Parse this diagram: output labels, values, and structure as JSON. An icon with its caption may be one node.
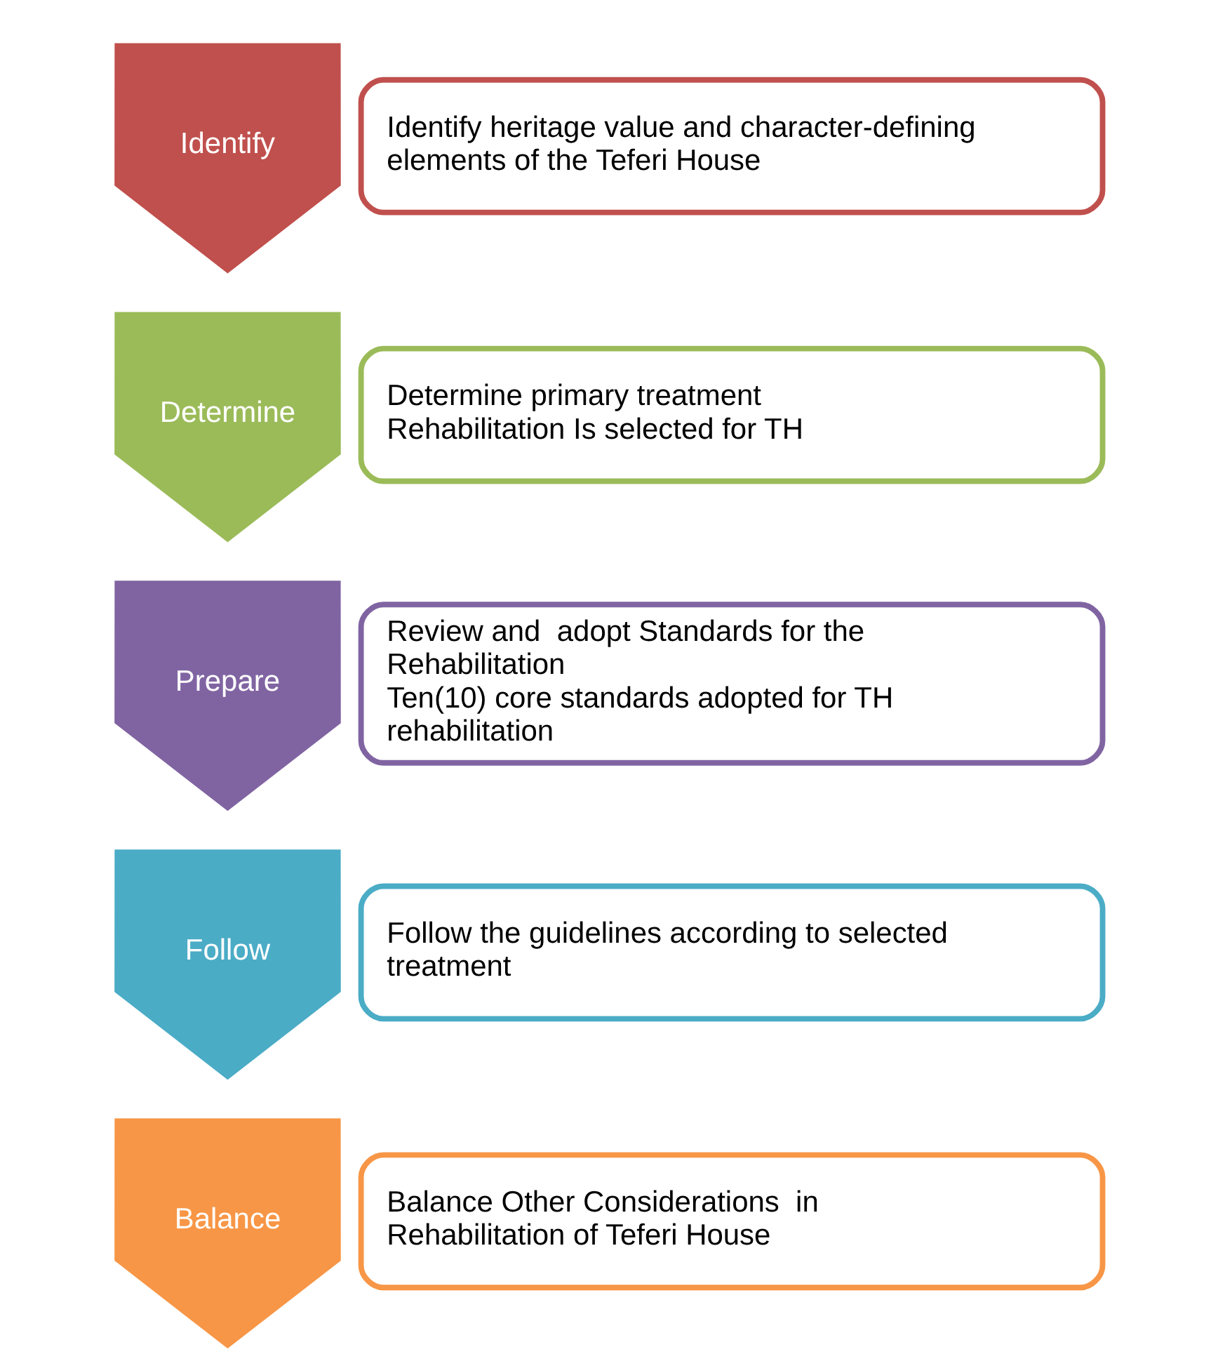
{
  "diagram": {
    "nodes": [
      {
        "text": [
          "Identify"
        ]
      },
      {
        "text": [
          "Identify heritage value and character-defining elements of the Teferi House"
        ]
      },
      {
        "text": [
          "Determine"
        ]
      },
      {
        "text": [
          "Determine primary treatment",
          "Rehabilitation Is selected for TH"
        ]
      },
      {
        "text": [
          "Prepare"
        ]
      },
      {
        "text": [
          "Review and  adopt Standards for the Rehabilitation",
          "Ten(10) core standards adopted for TH rehabilitation"
        ]
      },
      {
        "text": [
          "Follow"
        ]
      },
      {
        "text": [
          "Follow the guidelines according to selected treatment"
        ]
      },
      {
        "text": [
          "Balance"
        ]
      },
      {
        "text": [
          "Balance Other Considerations  in Rehabilitation of Teferi House"
        ]
      }
    ],
    "edges": []
  }
}
